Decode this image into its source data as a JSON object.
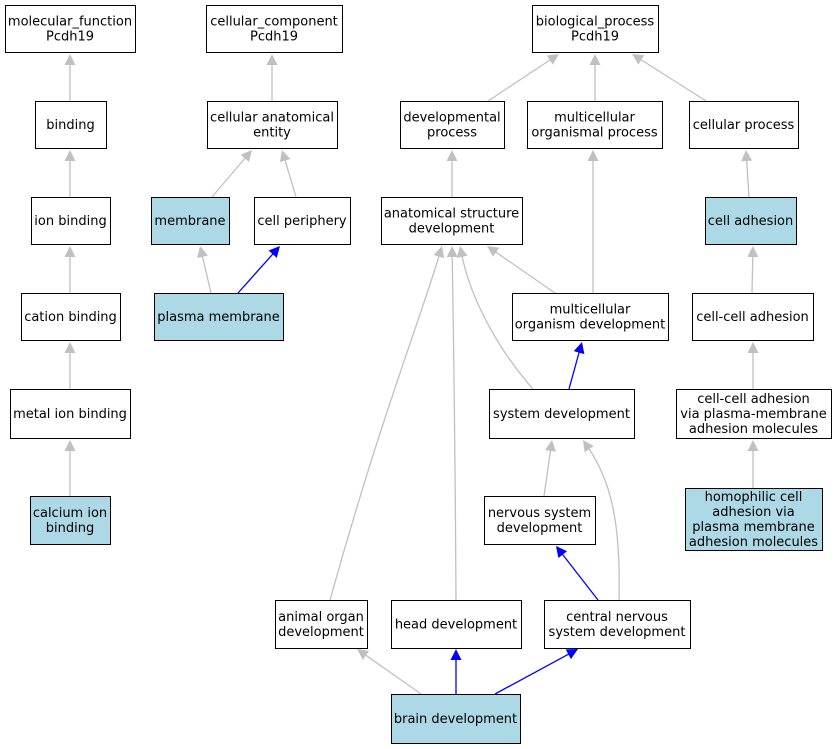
{
  "colors": {
    "background": "#ffffff",
    "node_fill": "#ffffff",
    "highlight_fill": "#add8e6",
    "node_border": "#000000",
    "edge_is_a": "#c0c0c0",
    "edge_highlight": "#0000ff"
  },
  "nodes": [
    {
      "id": "mf",
      "lines": [
        "molecular_function",
        "Pcdh19"
      ],
      "highlight": false
    },
    {
      "id": "cc",
      "lines": [
        "cellular_component",
        "Pcdh19"
      ],
      "highlight": false
    },
    {
      "id": "bp",
      "lines": [
        "biological_process",
        "Pcdh19"
      ],
      "highlight": false
    },
    {
      "id": "binding",
      "lines": [
        "binding"
      ],
      "highlight": false
    },
    {
      "id": "cae",
      "lines": [
        "cellular anatomical",
        "entity"
      ],
      "highlight": false
    },
    {
      "id": "devproc",
      "lines": [
        "developmental",
        "process"
      ],
      "highlight": false
    },
    {
      "id": "mop",
      "lines": [
        "multicellular",
        "organismal process"
      ],
      "highlight": false
    },
    {
      "id": "cellproc",
      "lines": [
        "cellular process"
      ],
      "highlight": false
    },
    {
      "id": "ionbind",
      "lines": [
        "ion binding"
      ],
      "highlight": false
    },
    {
      "id": "membrane",
      "lines": [
        "membrane"
      ],
      "highlight": true
    },
    {
      "id": "cellper",
      "lines": [
        "cell periphery"
      ],
      "highlight": false
    },
    {
      "id": "asd",
      "lines": [
        "anatomical structure",
        "development"
      ],
      "highlight": false
    },
    {
      "id": "celladh",
      "lines": [
        "cell adhesion"
      ],
      "highlight": true
    },
    {
      "id": "cationbind",
      "lines": [
        "cation binding"
      ],
      "highlight": false
    },
    {
      "id": "plasmamem",
      "lines": [
        "plasma membrane"
      ],
      "highlight": true
    },
    {
      "id": "mod",
      "lines": [
        "multicellular",
        "organism development"
      ],
      "highlight": false
    },
    {
      "id": "ccadh",
      "lines": [
        "cell-cell adhesion"
      ],
      "highlight": false
    },
    {
      "id": "metalbind",
      "lines": [
        "metal ion binding"
      ],
      "highlight": false
    },
    {
      "id": "sysdev",
      "lines": [
        "system development"
      ],
      "highlight": false
    },
    {
      "id": "ccpm",
      "lines": [
        "cell-cell adhesion",
        "via plasma-membrane",
        "adhesion molecules"
      ],
      "highlight": false
    },
    {
      "id": "cabind",
      "lines": [
        "calcium ion",
        "binding"
      ],
      "highlight": true
    },
    {
      "id": "nsd",
      "lines": [
        "nervous system",
        "development"
      ],
      "highlight": false
    },
    {
      "id": "homophilic",
      "lines": [
        "homophilic cell",
        "adhesion via",
        "plasma membrane",
        "adhesion molecules"
      ],
      "highlight": true
    },
    {
      "id": "aod",
      "lines": [
        "animal organ",
        "development"
      ],
      "highlight": false
    },
    {
      "id": "headdev",
      "lines": [
        "head development"
      ],
      "highlight": false
    },
    {
      "id": "cnsd",
      "lines": [
        "central nervous",
        "system development"
      ],
      "highlight": false
    },
    {
      "id": "braindev",
      "lines": [
        "brain development"
      ],
      "highlight": true
    }
  ],
  "edges": [
    {
      "from": "binding",
      "to": "mf",
      "kind": "is_a"
    },
    {
      "from": "ionbind",
      "to": "binding",
      "kind": "is_a"
    },
    {
      "from": "cationbind",
      "to": "ionbind",
      "kind": "is_a"
    },
    {
      "from": "metalbind",
      "to": "cationbind",
      "kind": "is_a"
    },
    {
      "from": "cabind",
      "to": "metalbind",
      "kind": "is_a"
    },
    {
      "from": "cae",
      "to": "cc",
      "kind": "is_a"
    },
    {
      "from": "membrane",
      "to": "cae",
      "kind": "is_a"
    },
    {
      "from": "cellper",
      "to": "cae",
      "kind": "is_a"
    },
    {
      "from": "plasmamem",
      "to": "membrane",
      "kind": "is_a"
    },
    {
      "from": "plasmamem",
      "to": "cellper",
      "kind": "highlight"
    },
    {
      "from": "devproc",
      "to": "bp",
      "kind": "is_a"
    },
    {
      "from": "mop",
      "to": "bp",
      "kind": "is_a"
    },
    {
      "from": "cellproc",
      "to": "bp",
      "kind": "is_a"
    },
    {
      "from": "asd",
      "to": "devproc",
      "kind": "is_a"
    },
    {
      "from": "mod",
      "to": "mop",
      "kind": "is_a"
    },
    {
      "from": "mod",
      "to": "asd",
      "kind": "is_a"
    },
    {
      "from": "celladh",
      "to": "cellproc",
      "kind": "is_a"
    },
    {
      "from": "ccadh",
      "to": "celladh",
      "kind": "is_a"
    },
    {
      "from": "ccpm",
      "to": "ccadh",
      "kind": "is_a"
    },
    {
      "from": "homophilic",
      "to": "ccpm",
      "kind": "is_a"
    },
    {
      "from": "sysdev",
      "to": "mod",
      "kind": "highlight"
    },
    {
      "from": "sysdev",
      "to": "asd",
      "kind": "is_a"
    },
    {
      "from": "nsd",
      "to": "sysdev",
      "kind": "is_a"
    },
    {
      "from": "cnsd",
      "to": "sysdev",
      "kind": "is_a"
    },
    {
      "from": "cnsd",
      "to": "nsd",
      "kind": "highlight"
    },
    {
      "from": "aod",
      "to": "asd",
      "kind": "is_a"
    },
    {
      "from": "headdev",
      "to": "asd",
      "kind": "is_a"
    },
    {
      "from": "braindev",
      "to": "aod",
      "kind": "is_a"
    },
    {
      "from": "braindev",
      "to": "headdev",
      "kind": "highlight"
    },
    {
      "from": "braindev",
      "to": "cnsd",
      "kind": "highlight"
    }
  ]
}
